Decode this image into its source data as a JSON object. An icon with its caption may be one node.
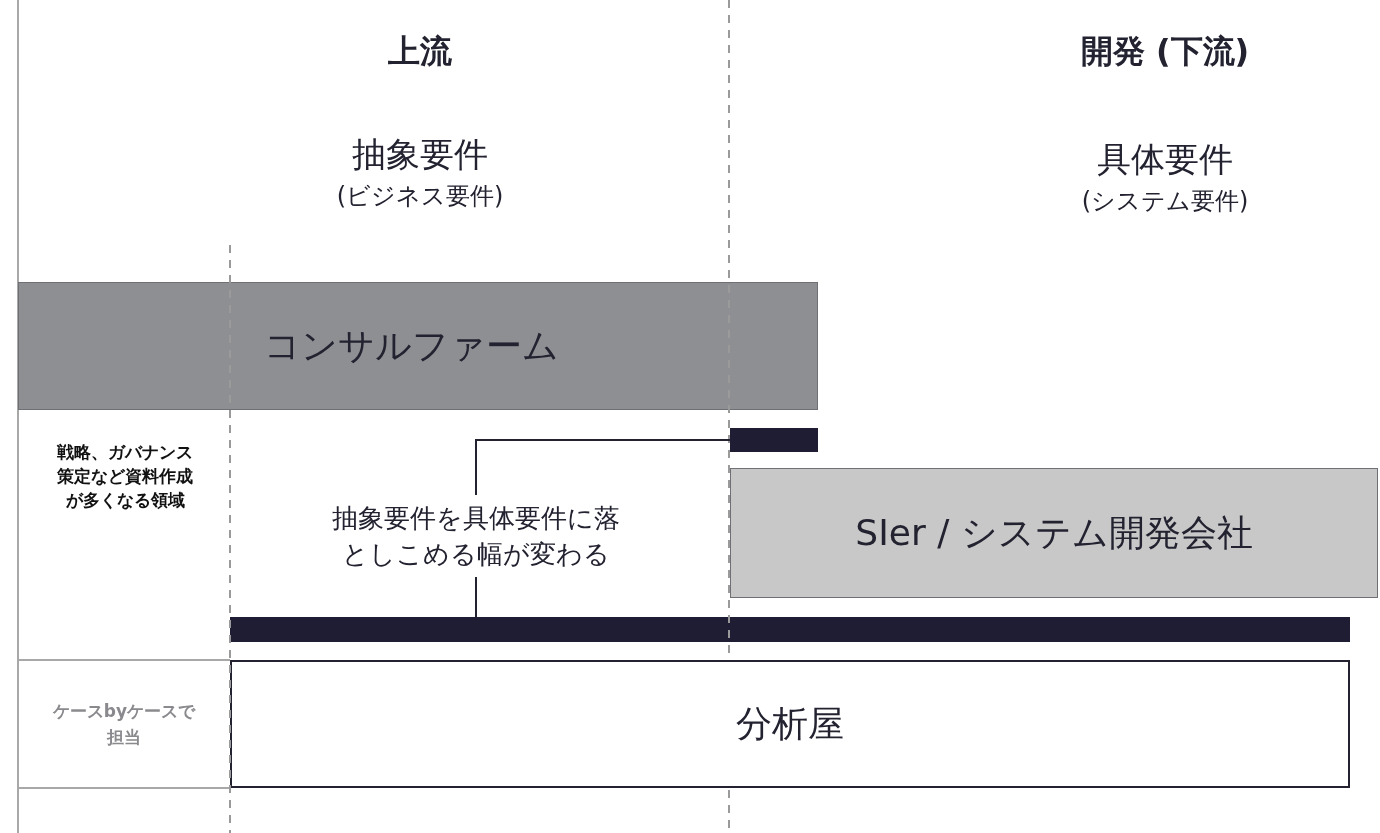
{
  "diagram": {
    "nodes": [
      {
        "text": [
          "コンサルファーム"
        ]
      },
      {
        "text": [],
        "shape": "bar"
      },
      {
        "text": [
          "抽象要件を具体要件に落としこめる幅が変わる"
        ]
      },
      {
        "text": [
          "SIer / システム開発会社"
        ]
      },
      {
        "text": [],
        "shape": "bar"
      },
      {
        "text": [
          "ケースbyケースで担当"
        ]
      },
      {
        "text": [
          "分析屋"
        ]
      }
    ],
    "edges": [
      {
        "from": 2,
        "to": 1,
        "arrow": "none"
      },
      {
        "from": 2,
        "to": 4,
        "arrow": "none"
      }
    ],
    "labels": [
      "上流",
      "開発 (下流)",
      "抽象要件",
      "(ビジネス要件)",
      "具体要件",
      "(システム要件)",
      "戦略、ガバナンス策定など資料作成が多くなる領域"
    ]
  }
}
